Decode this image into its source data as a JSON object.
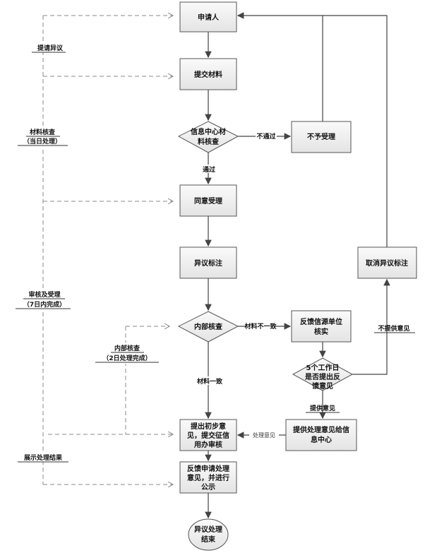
{
  "nodes": {
    "applicant": "申请人",
    "submit": "提交材料",
    "check_center": [
      "信息中心材",
      "料核查"
    ],
    "reject": "不予受理",
    "accept": "同意受理",
    "mark": "异议标注",
    "internal": "内部核查",
    "feedback_source": [
      "反馈信源单位",
      "核实"
    ],
    "five_days": [
      "5个工作日",
      "是否提出反",
      "馈意见"
    ],
    "cancel_mark": "取消异议标注",
    "provide_opinion": [
      "提供处理意见给信",
      "息中心"
    ],
    "preliminary": [
      "提出初步意",
      "见，提交征信",
      "用办审核"
    ],
    "feedback_result": [
      "反馈申请处理",
      "意见，并进行",
      "公示"
    ],
    "end": [
      "异议处理",
      "结束"
    ]
  },
  "edges": {
    "fail": "不通过",
    "pass": "通过",
    "inconsistent": "材料不一致",
    "consistent": "材料一致",
    "no_opinion": "不提供意见",
    "has_opinion": "提供意见",
    "opinion": "处理意见"
  },
  "stages": {
    "raise": "提请异议",
    "material_check": [
      "材料核查",
      "（当日处理）"
    ],
    "review": [
      "审核及受理",
      "（7日内完成）"
    ],
    "internal_check": [
      "内部核查",
      "（2日处理完成）"
    ],
    "show_result": "展示处理结果"
  }
}
